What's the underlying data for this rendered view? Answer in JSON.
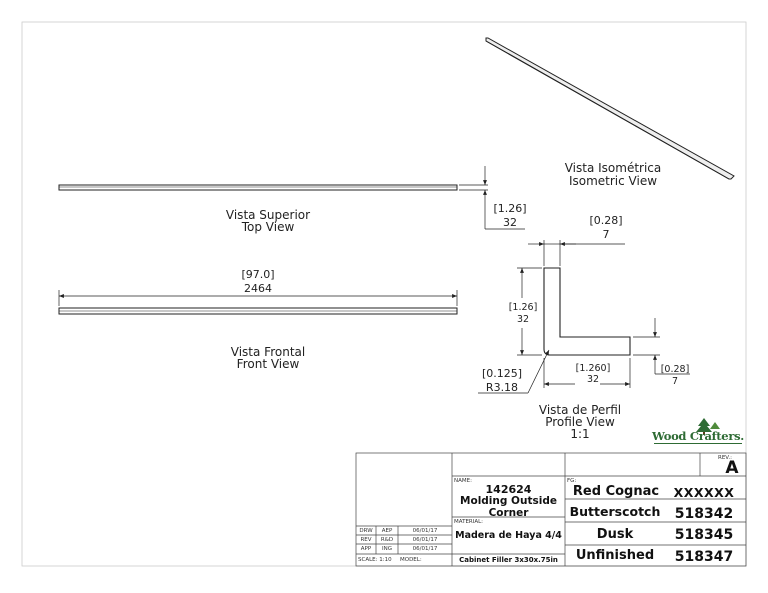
{
  "views": {
    "isometric": {
      "es": "Vista Isométrica",
      "en": "Isometric View"
    },
    "top": {
      "es": "Vista Superior",
      "en": "Top View"
    },
    "front": {
      "es": "Vista Frontal",
      "en": "Front View"
    },
    "profile": {
      "es": "Vista de Perfil",
      "en": "Profile View",
      "scale": "1:1"
    }
  },
  "dimensions": {
    "top_thickness": {
      "inch": "1.26",
      "mm": "32"
    },
    "front_length": {
      "inch": "97.0",
      "mm": "2464"
    },
    "profile_width_top": {
      "inch": "0.28",
      "mm": "7"
    },
    "profile_height": {
      "inch": "1.26",
      "mm": "32"
    },
    "profile_base": {
      "inch": "1.260",
      "mm": "32"
    },
    "profile_thickness": {
      "inch": "0.28",
      "mm": "7"
    },
    "profile_radius": {
      "inch": "0.125",
      "mm": "R3.18"
    }
  },
  "brand": {
    "name": "WoodCrafters",
    "text": "Wood Crafters.",
    "color": "#2e6b34"
  },
  "title_block": {
    "name_label": "NAME:",
    "part_number": "142624",
    "part_name_1": "Molding Outside",
    "part_name_2": "Corner",
    "material_label": "MATERIAL:",
    "material": "Madera de Haya 4/4",
    "fg_label": "FG:",
    "rev_label": "REV.:",
    "rev": "A",
    "model_label": "MODEL:",
    "model": "Cabinet Filler 3x30x.75in",
    "scale_label": "SCALE: 1:10",
    "approvals": [
      {
        "role": "DRW",
        "initials": "AEP",
        "date": "06/01/17"
      },
      {
        "role": "REV",
        "initials": "R&D",
        "date": "06/01/17"
      },
      {
        "role": "APP",
        "initials": "ING",
        "date": "06/01/17"
      }
    ],
    "finishes": [
      {
        "name": "Red Cognac",
        "code": "XXXXXX"
      },
      {
        "name": "Butterscotch",
        "code": "518342"
      },
      {
        "name": "Dusk",
        "code": "518345"
      },
      {
        "name": "Unfinished",
        "code": "518347"
      }
    ]
  }
}
